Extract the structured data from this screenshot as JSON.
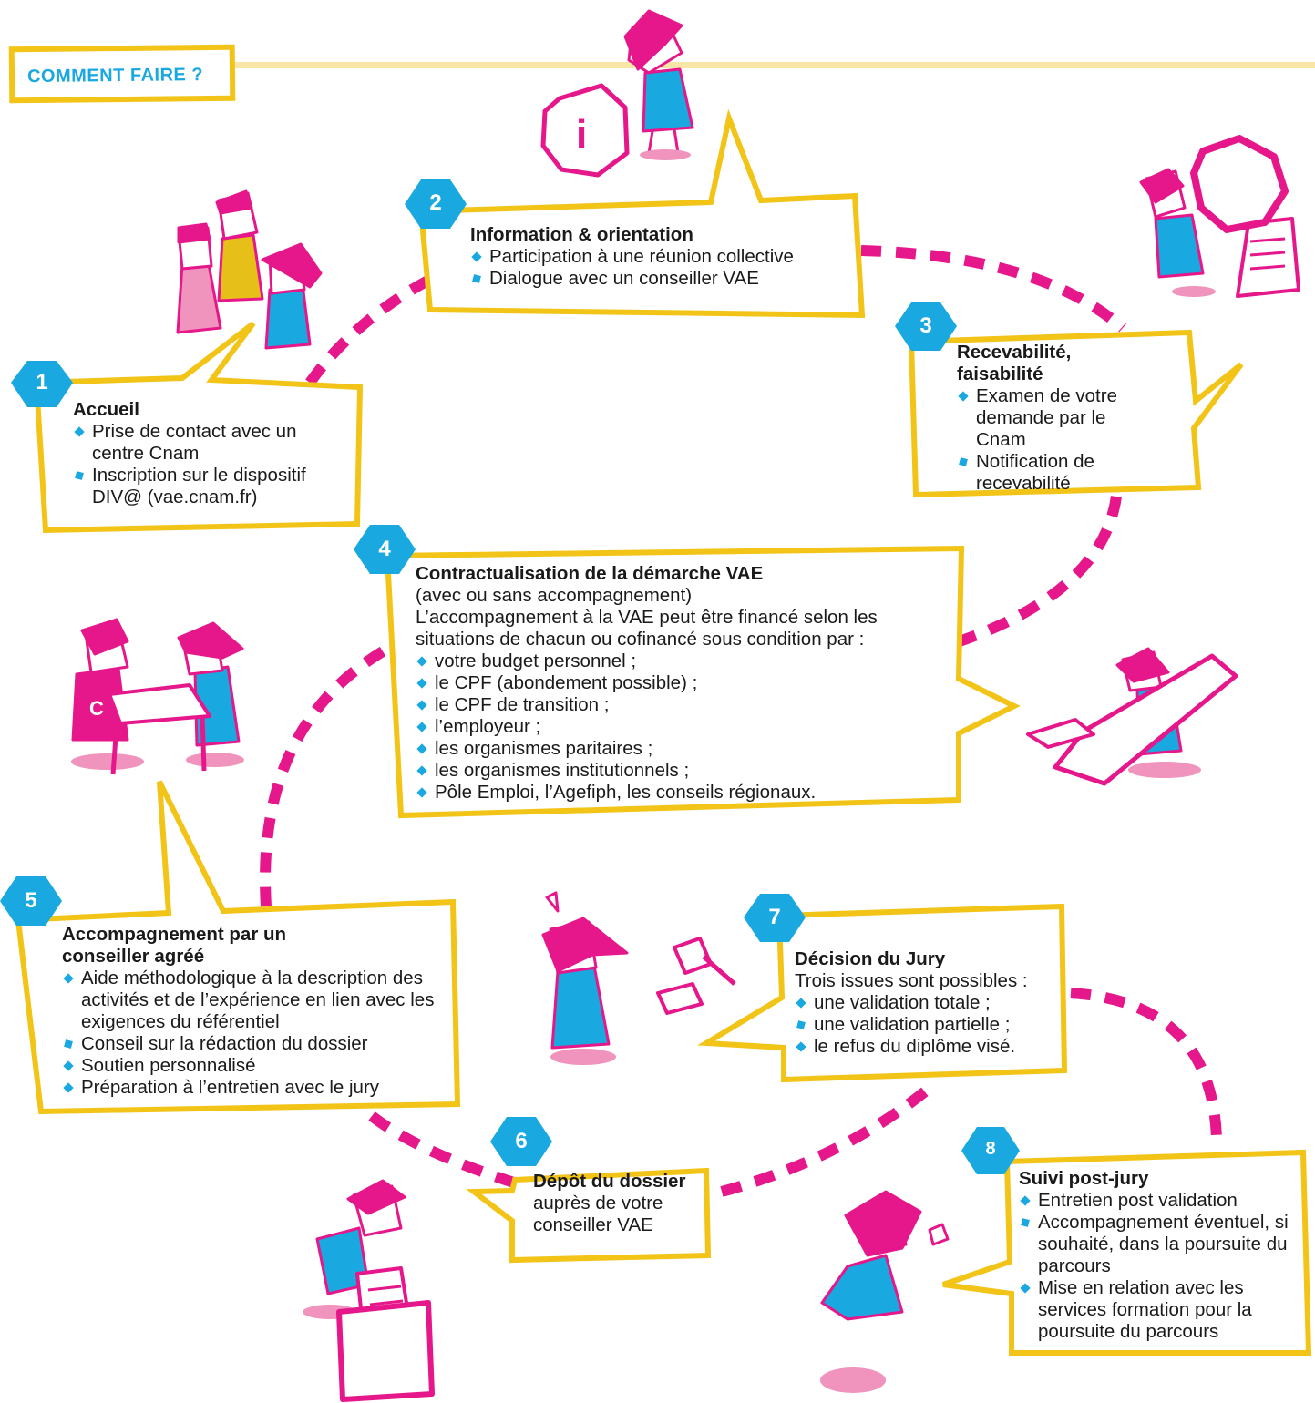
{
  "header": {
    "label": "COMMENT FAIRE ?"
  },
  "colors": {
    "yellow": "#f2c417",
    "blue": "#1aa8e0",
    "magenta": "#e5178a",
    "pink": "#f093bd",
    "paleYellow": "#f8e6a6"
  },
  "steps": [
    {
      "number": "1",
      "title": "Accueil",
      "items": [
        "Prise de contact avec un centre Cnam",
        "Inscription sur le dispositif DIV@ (vae.cnam.fr)"
      ]
    },
    {
      "number": "2",
      "title": "Information & orientation",
      "items": [
        "Participation à une réunion collective",
        "Dialogue avec un conseiller VAE"
      ]
    },
    {
      "number": "3",
      "title": "Recevabilité, faisabilité",
      "items": [
        "Examen de votre demande par le Cnam",
        "Notification de recevabilité"
      ]
    },
    {
      "number": "4",
      "title": "Contractualisation de la démarche VAE",
      "subtitle": "(avec ou sans accompagnement)",
      "intro": "L’accompagnement à la VAE peut être financé selon les situations de chacun ou cofinancé sous condition par :",
      "items": [
        "votre budget personnel ;",
        "le CPF (abondement possible) ;",
        "le CPF de transition ;",
        "l’employeur ;",
        "les organismes paritaires ;",
        "les organismes institutionnels ;",
        "Pôle Emploi, l’Agefiph, les conseils régionaux."
      ]
    },
    {
      "number": "5",
      "title": "Accompagnement par un conseiller agréé",
      "items": [
        "Aide méthodologique à la description des activités et de l’expérience en lien avec les exigences du référentiel",
        "Conseil sur la rédaction du dossier",
        "Soutien personnalisé",
        "Préparation à l’entretien avec le jury"
      ]
    },
    {
      "number": "6",
      "title": "Dépôt du dossier",
      "intro": "auprès de votre conseiller VAE"
    },
    {
      "number": "7",
      "title": "Décision du Jury",
      "intro": "Trois issues sont possibles :",
      "items": [
        "une validation totale ;",
        "une validation partielle ;",
        "le refus du diplôme visé."
      ]
    },
    {
      "number": "8",
      "title": "Suivi post-jury",
      "items": [
        "Entretien post validation",
        "Accompagnement éventuel, si souhaité, dans la poursuite du parcours",
        "Mise en relation avec les services formation pour la poursuite du parcours"
      ]
    }
  ],
  "illustrations": {
    "info_icon": "i",
    "table_letter": "C",
    "names": [
      "three-people",
      "woman-with-info-sign",
      "woman-with-magnifier",
      "people-at-table",
      "woman-with-pen",
      "woman-with-gavel",
      "man-with-file-box",
      "happy-woman"
    ]
  }
}
